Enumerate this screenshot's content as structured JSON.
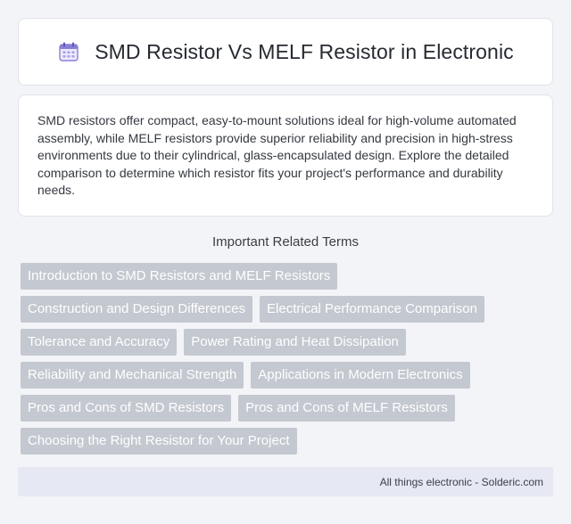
{
  "header": {
    "icon": "calendar-icon",
    "title": "SMD Resistor Vs MELF Resistor in Electronic"
  },
  "intro": {
    "text": "SMD resistors offer compact, easy-to-mount solutions ideal for high-volume automated assembly, while MELF resistors provide superior reliability and precision in high-stress environments due to their cylindrical, glass-encapsulated design. Explore the detailed comparison to determine which resistor fits your project's performance and durability needs."
  },
  "related": {
    "heading": "Important Related Terms",
    "terms": [
      "Introduction to SMD Resistors and MELF Resistors",
      "Construction and Design Differences",
      "Electrical Performance Comparison",
      "Tolerance and Accuracy",
      "Power Rating and Heat Dissipation",
      "Reliability and Mechanical Strength",
      "Applications in Modern Electronics",
      "Pros and Cons of SMD Resistors",
      "Pros and Cons of MELF Resistors",
      "Choosing the Right Resistor for Your Project"
    ]
  },
  "footer": {
    "text": "All things electronic - Solderic.com"
  },
  "colors": {
    "page_bg": "#f3f4f7",
    "tag_bg": "#c4c8d0",
    "footer_bg": "#e6e9f3",
    "icon_accent": "#7a6fd0"
  }
}
